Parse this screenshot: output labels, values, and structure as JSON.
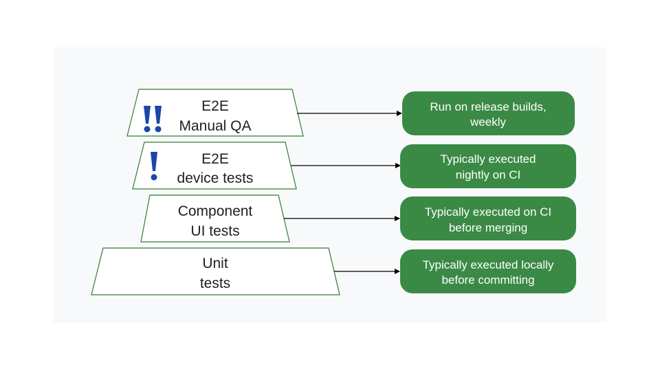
{
  "colors": {
    "tier_border": "#2e7d32",
    "note_fill": "#3a8a45",
    "note_text": "#ffffff",
    "exclamation": "#1a47a8",
    "panel_background": "#f8f9fa"
  },
  "tiers": [
    {
      "line1": "E2E",
      "line2": "Manual QA",
      "priority_marks": 2,
      "note_line1": "Run on release builds,",
      "note_line2": "weekly"
    },
    {
      "line1": "E2E",
      "line2": "device tests",
      "priority_marks": 1,
      "note_line1": "Typically executed",
      "note_line2": "nightly on CI"
    },
    {
      "line1": "Component",
      "line2": "UI tests",
      "priority_marks": 0,
      "note_line1": "Typically executed on CI",
      "note_line2": "before merging"
    },
    {
      "line1": "Unit",
      "line2": "tests",
      "priority_marks": 0,
      "note_line1": "Typically executed locally",
      "note_line2": "before committing"
    }
  ]
}
